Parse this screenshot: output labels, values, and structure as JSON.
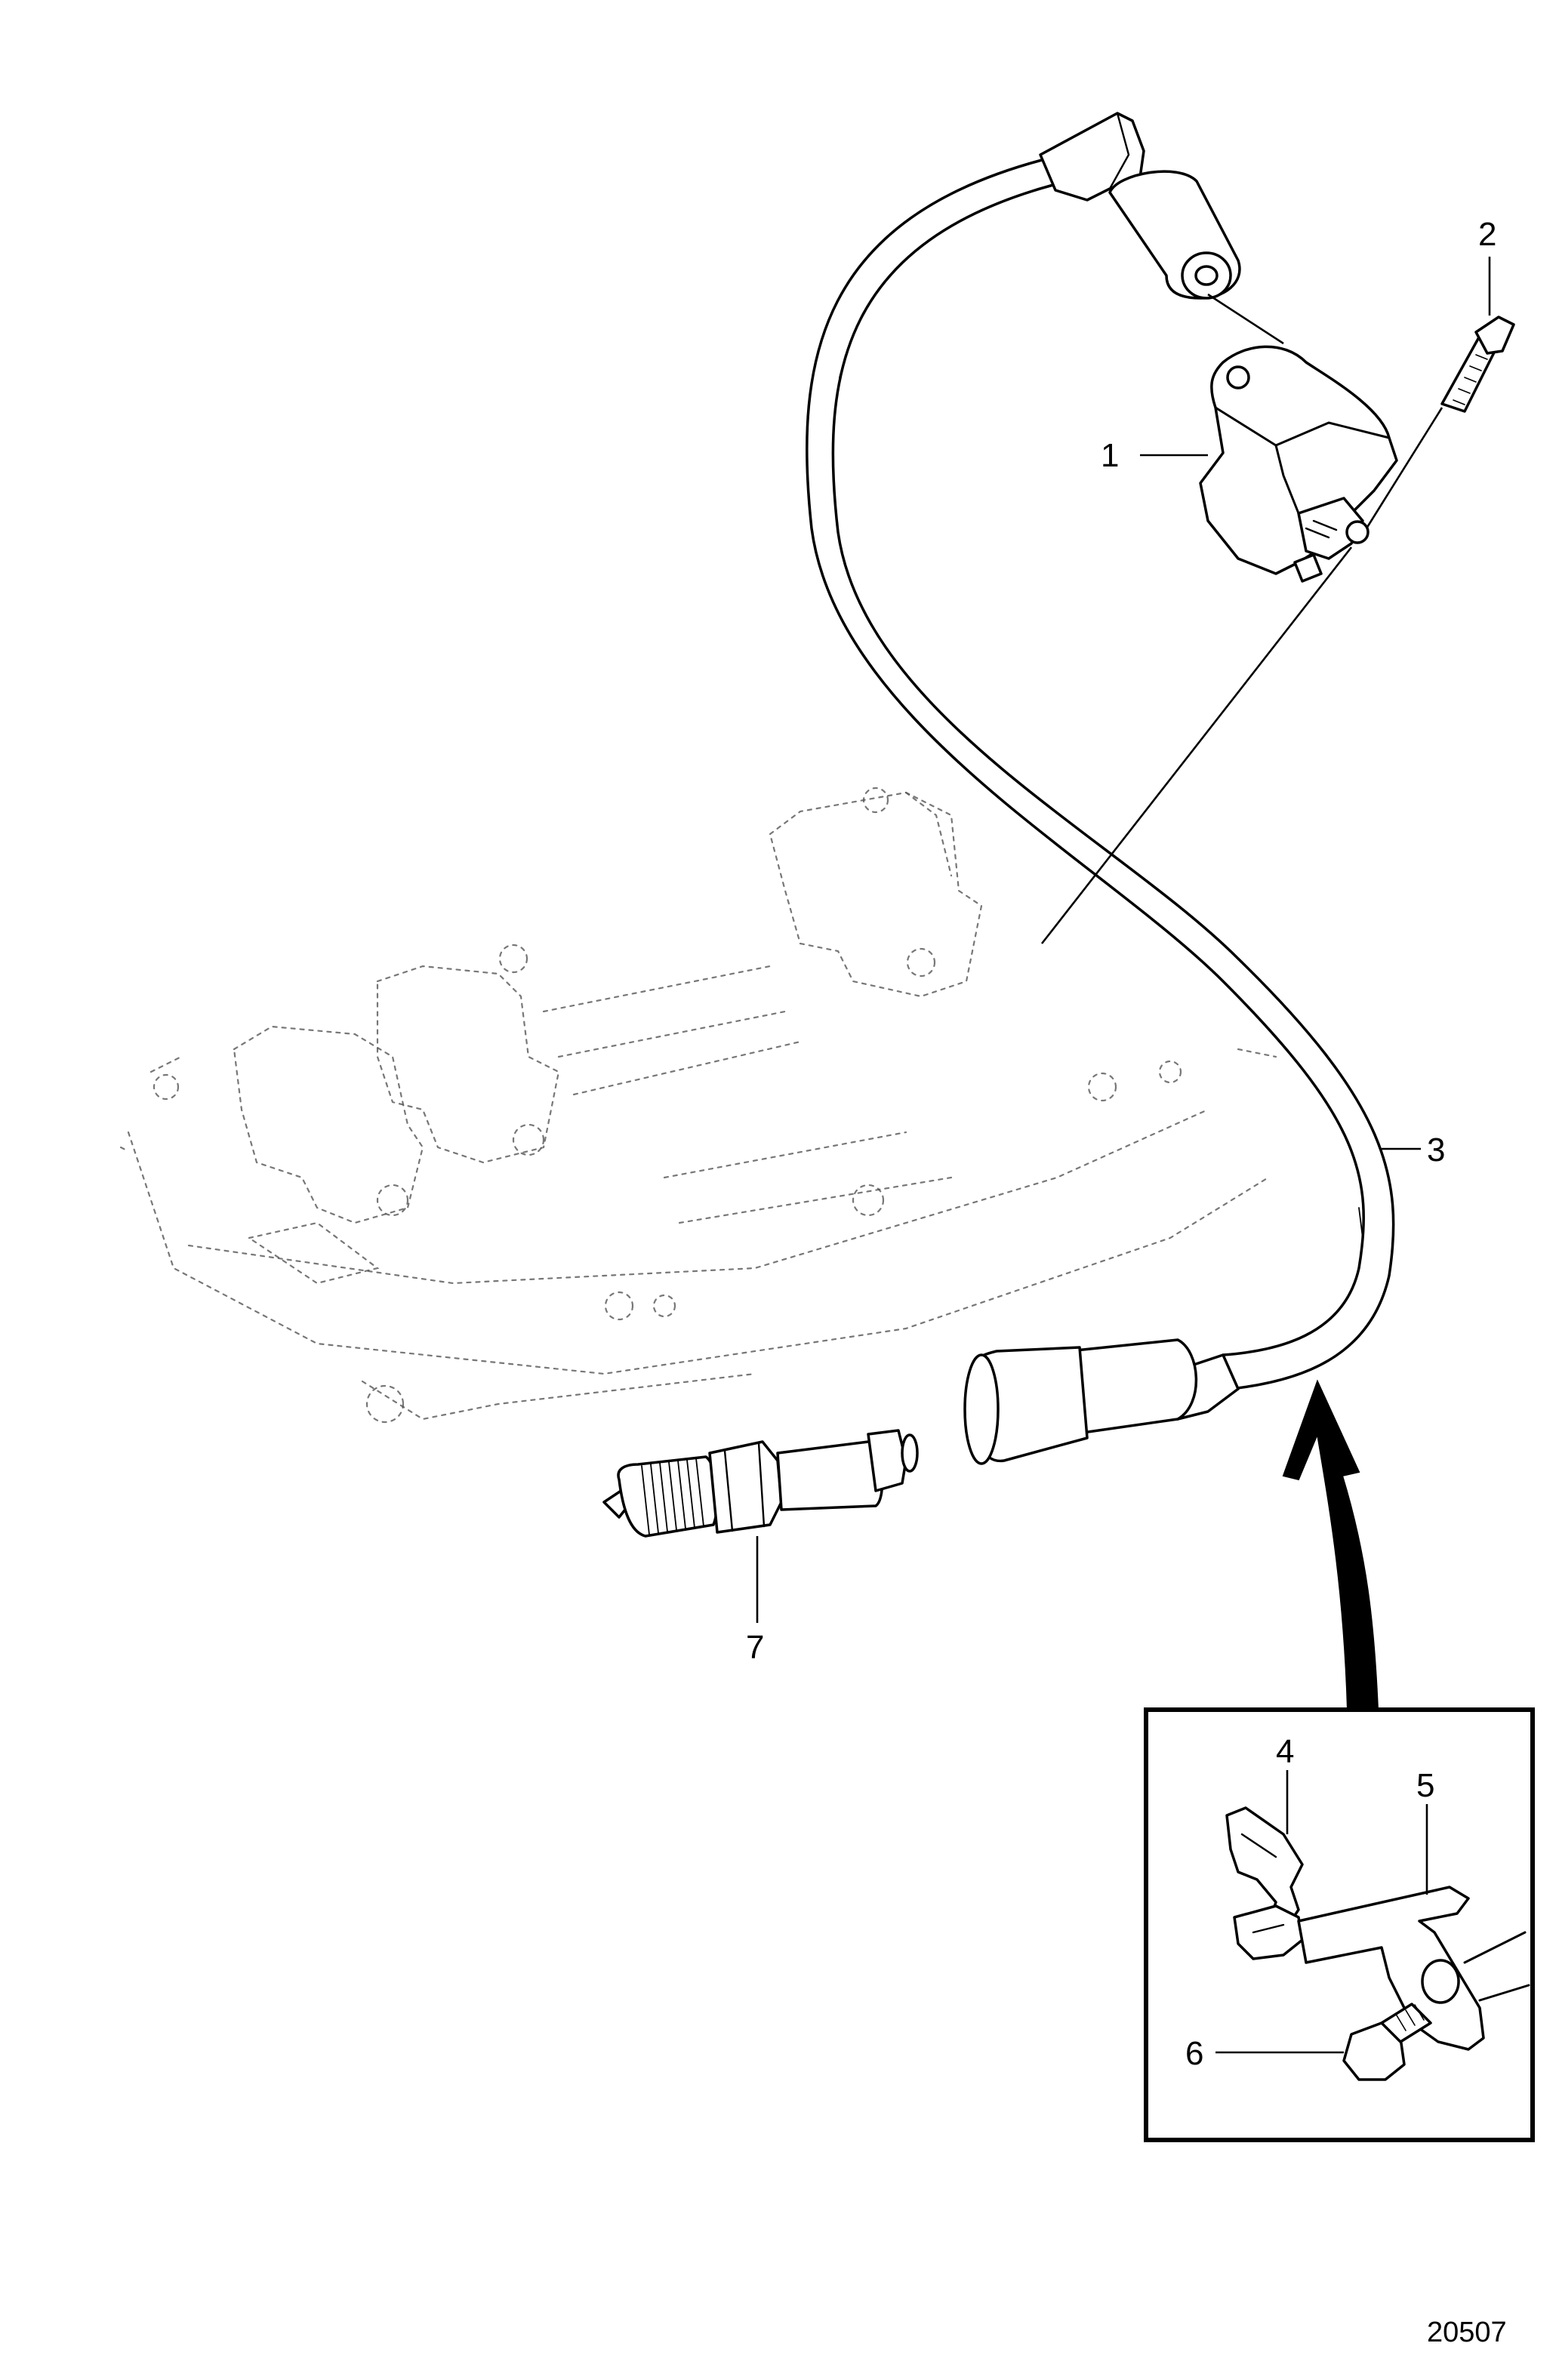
{
  "callouts": {
    "c1": "1",
    "c2": "2",
    "c3": "3",
    "c4": "4",
    "c5": "5",
    "c6": "6",
    "c7": "7"
  },
  "reference_number": "20507"
}
